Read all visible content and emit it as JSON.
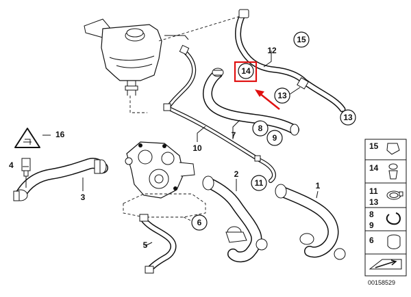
{
  "callouts": {
    "p1": "1",
    "p2": "2",
    "p3": "3",
    "p4": "4",
    "p5": "5",
    "p6": "6",
    "p7": "7",
    "p8": "8",
    "p9": "9",
    "p10": "10",
    "p11": "11",
    "p12": "12",
    "p13a": "13",
    "p13b": "13",
    "p14": "14",
    "p15": "15",
    "p16": "16"
  },
  "legend": {
    "rows": [
      "15",
      "14",
      "11",
      "13",
      "8",
      "9",
      "6"
    ]
  },
  "diagram_code": "00158529",
  "colors": {
    "highlight": "#e01010",
    "line": "#111111"
  },
  "icons": [
    "warning-triangle-icon",
    "arrow-pointer-icon",
    "clamp-icon",
    "hose-clip-icon"
  ]
}
